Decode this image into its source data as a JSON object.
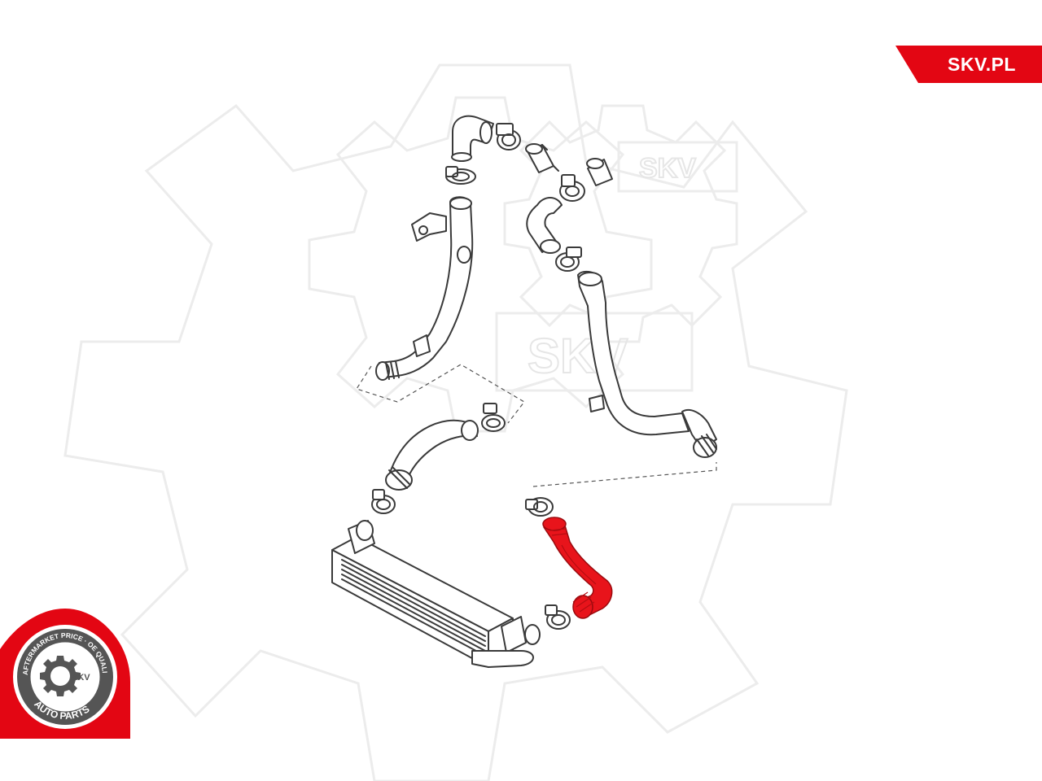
{
  "brand": {
    "site": "SKV.PL",
    "accent_color": "#e30613"
  },
  "seal": {
    "ring_text_top": "AFTERMARKET PRICE · OE QUALITY",
    "ring_text_bottom": "AUTO PARTS",
    "center_logo": "SKV"
  },
  "watermark": {
    "text_1": "SKV",
    "text_2": "SKV"
  },
  "diagram": {
    "highlighted_part": "charge-air-hose-red",
    "highlight_color": "#e8141b"
  }
}
